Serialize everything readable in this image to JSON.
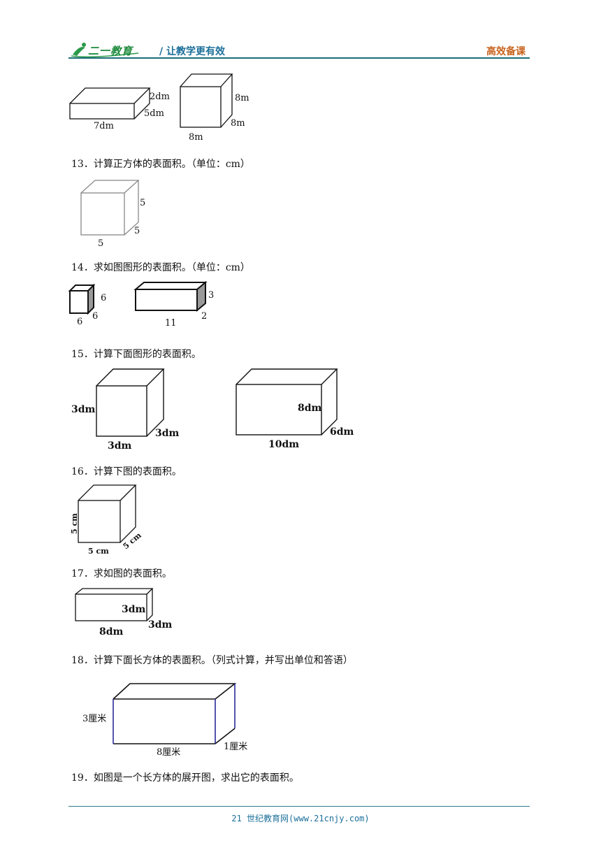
{
  "header": {
    "logo_text": "二一教育",
    "slogan": "/ 让教学更有效",
    "right_text": "高效备课"
  },
  "figures": {
    "top_cuboid": {
      "height": "2dm",
      "width": "5dm",
      "length": "7dm"
    },
    "top_cube": {
      "height": "8m",
      "width": "8m",
      "length": "8m"
    },
    "q13_cube": {
      "height": "5",
      "width": "5",
      "length": "5"
    },
    "q14_cube": {
      "height": "6",
      "width": "6",
      "length": "6"
    },
    "q14_cuboid": {
      "height": "3",
      "width": "2",
      "length": "11"
    },
    "q15_cube": {
      "height": "3dm",
      "width": "3dm",
      "length": "3dm"
    },
    "q15_cuboid": {
      "height": "8dm",
      "width": "6dm",
      "length": "10dm"
    },
    "q16_cube": {
      "height": "5 cm",
      "width": "5 cm",
      "length": "5 cm"
    },
    "q17_cuboid": {
      "height": "3dm",
      "width": "3dm",
      "length": "8dm"
    },
    "q18_cuboid": {
      "height": "3厘米",
      "width": "1厘米",
      "length": "8厘米"
    }
  },
  "questions": {
    "q13": "13．计算正方体的表面积。（单位：cm）",
    "q14": "14．求如图图形的表面积。（单位：cm）",
    "q15": "15．计算下面图形的表面积。",
    "q16": "16．计算下图的表面积。",
    "q17": "17．求如图的表面积。",
    "q18": "18．计算下面长方体的表面积。（列式计算，并写出单位和答语）",
    "q19": "19．如图是一个长方体的展开图，求出它的表面积。"
  },
  "footer": {
    "text": "21 世纪教育网(www.21cnjy.com)"
  }
}
